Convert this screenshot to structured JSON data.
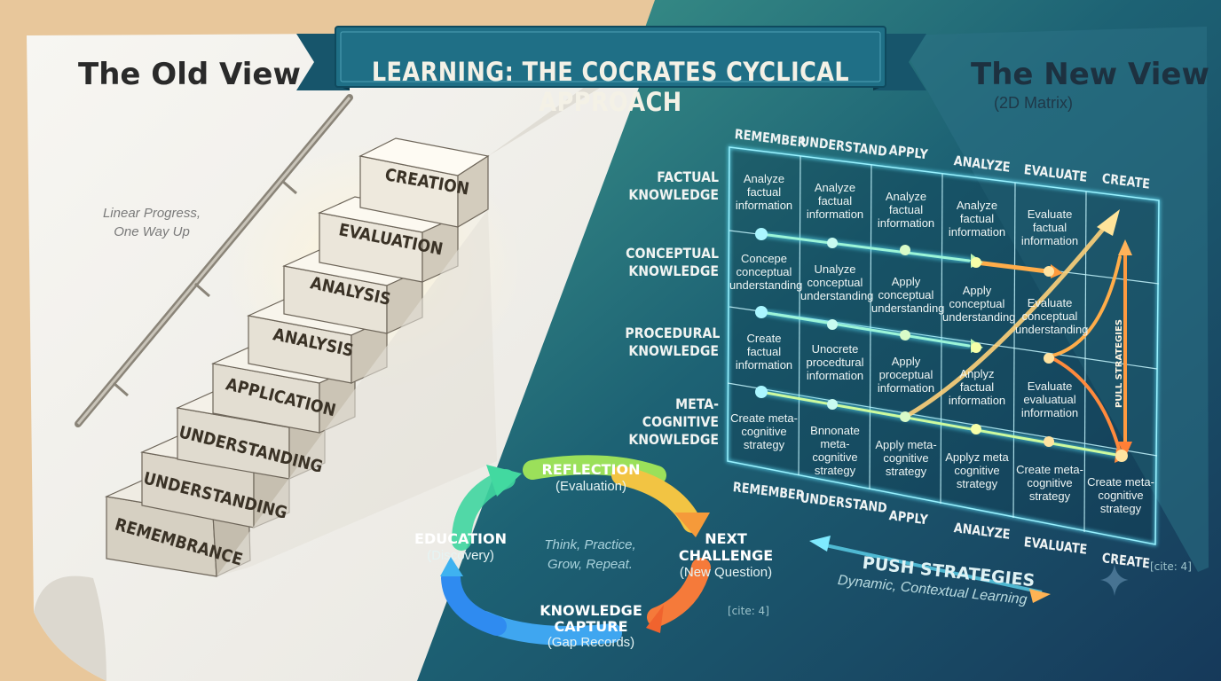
{
  "banner": {
    "title": "LEARNING: THE COCRATES CYCLICAL APPROACH"
  },
  "old_view": {
    "title": "The Old View",
    "subtitle_line1": "Linear Progress,",
    "subtitle_line2": "One Way Up",
    "steps": [
      "REMEMBRANCE",
      "UNDERSTANDING",
      "UNDERSTANDING",
      "APPLICATION",
      "ANALYSIS",
      "ANALYSIS",
      "EVALUATION",
      "CREATION"
    ]
  },
  "new_view": {
    "title": "The New View",
    "subtitle": "(2D Matrix)",
    "columns": [
      "REMEMBER",
      "UNDERSTAND",
      "APPLY",
      "ANALYZE",
      "EVALUATE",
      "CREATE"
    ],
    "rows": [
      {
        "label_line1": "FACTUAL",
        "label_line2": "KNOWLEDGE"
      },
      {
        "label_line1": "CONCEPTUAL",
        "label_line2": "KNOWLEDGE"
      },
      {
        "label_line1": "PROCEDURAL",
        "label_line2": "KNOWLEDGE"
      },
      {
        "label_line1": "META-COGNITIVE",
        "label_line2": "KNOWLEDGE"
      }
    ],
    "cells": [
      [
        "Analyze factual information",
        "Analyze factual information",
        "Analyze factual information",
        "Analyze factual information",
        "Evaluate factual information",
        ""
      ],
      [
        "Concepe conceptual understanding",
        "Unalyze conceptual understanding",
        "Apply conceptual understanding",
        "Apply conceptual understanding",
        "Evaluate conceptual understanding",
        ""
      ],
      [
        "Create factual information",
        "Unocrete procedtural information",
        "Apply proceptual information",
        "Anplyz factual information",
        "Evaluate evaluatual information",
        ""
      ],
      [
        "Create meta-cognitive strategy",
        "Bnnonate meta-cognitive strategy",
        "Apply meta-cognitive strategy",
        "Applyz meta cognitive strategy",
        "Create meta-cognitive strategy",
        "Create meta-cognitive strategy"
      ]
    ],
    "pull_label": "PULL STRATEGIES",
    "push_title": "PUSH STRATEGIES",
    "push_subtitle": "Dynamic, Contextual Learning",
    "cite_matrix": "[cite: 4]"
  },
  "cycle": {
    "reflection": {
      "title": "REFLECTION",
      "sub": "(Evaluation)"
    },
    "next_challenge": {
      "title": "NEXT CHALLENGE",
      "sub": "(New Question)"
    },
    "knowledge_capture": {
      "title_line1": "KNOWLEDGE",
      "title_line2": "CAPTURE",
      "sub": "(Gap Records)"
    },
    "education": {
      "title": "EDUCATION",
      "sub": "(Discovery)"
    },
    "center_line1": "Think, Practice,",
    "center_line2": "Grow, Repeat.",
    "cite": "[cite: 4]"
  },
  "colors": {
    "banner": "#1f6f86",
    "paper": "#f2f0ea",
    "board": "#175a6b",
    "accent_cyan": "#5fe8ff",
    "accent_orange": "#ffad4a"
  }
}
